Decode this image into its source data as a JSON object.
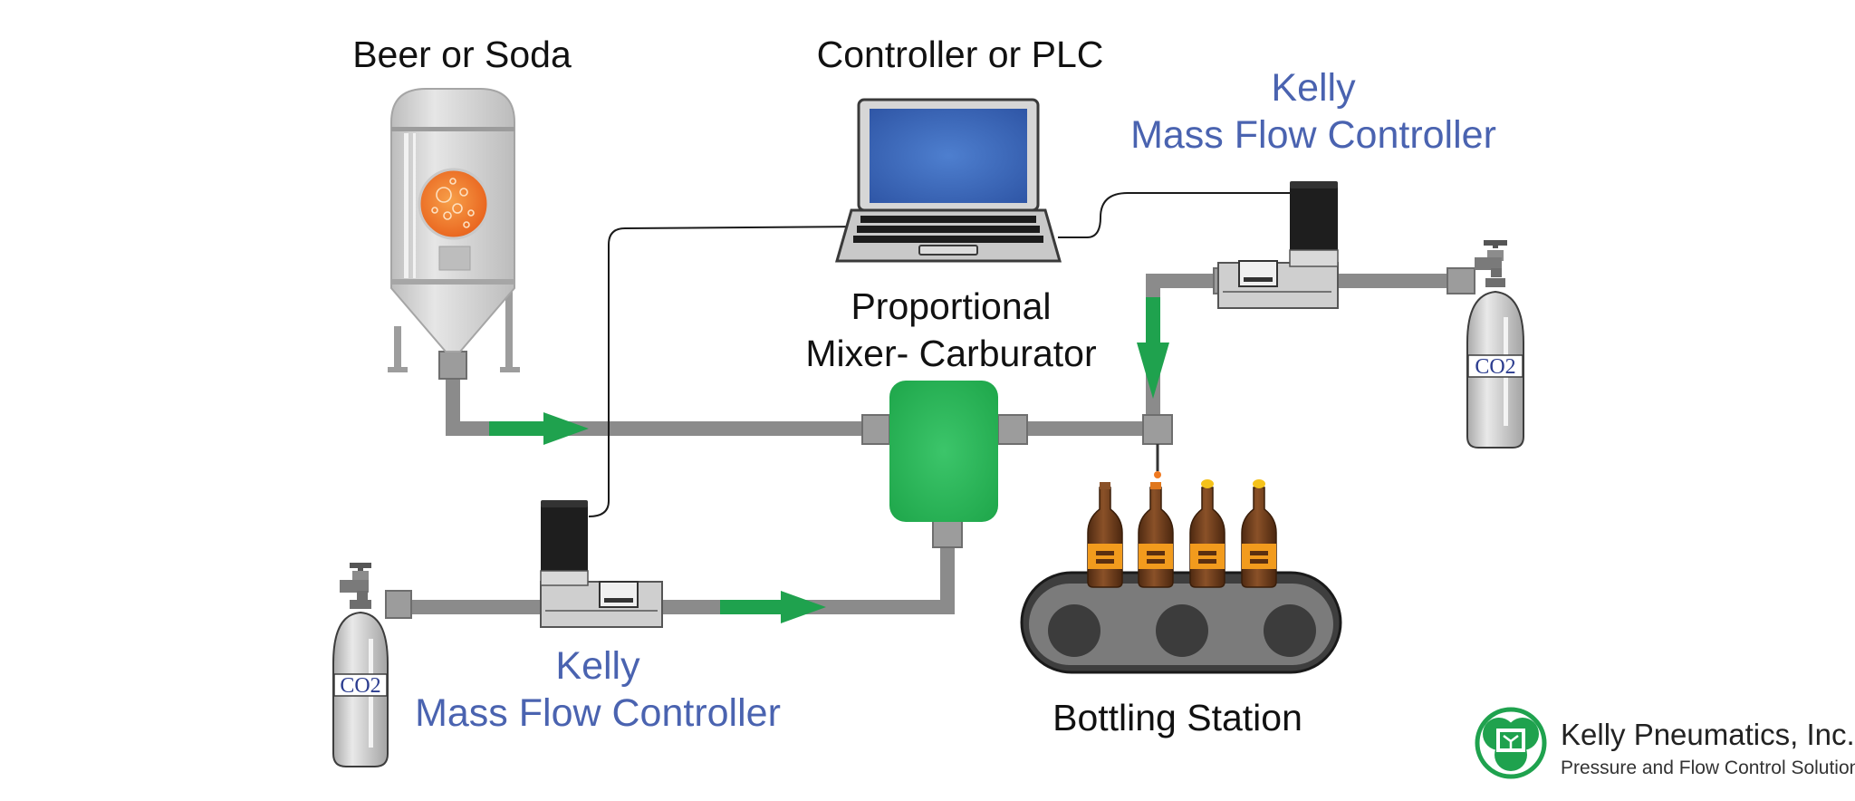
{
  "labels": {
    "beer_source": "Beer or Soda",
    "controller": "Controller or PLC",
    "mfc_top_line1": "Kelly",
    "mfc_top_line2": "Mass Flow Controller",
    "mixer_line1": "Proportional",
    "mixer_line2": "Mixer- Carburator",
    "mfc_bottom_line1": "Kelly",
    "mfc_bottom_line2": "Mass Flow Controller",
    "bottling": "Bottling Station",
    "co2_top": "CO2",
    "co2_bottom": "CO2"
  },
  "brand": {
    "name": "Kelly Pneumatics, Inc.",
    "tagline": "Pressure and Flow Control Solutions"
  },
  "colors": {
    "pipe": "#8b8b8b",
    "flow_arrow": "#1fa24e",
    "mixer": "#21b04f",
    "label_blue": "#4a63b0",
    "screen": "#3a67b8",
    "tank": "#cfcfcf",
    "liquid": "#f07a21",
    "bottle": "#6b3b1a",
    "bottle_label": "#f29b1d",
    "conveyor": "#3c3c3c"
  }
}
